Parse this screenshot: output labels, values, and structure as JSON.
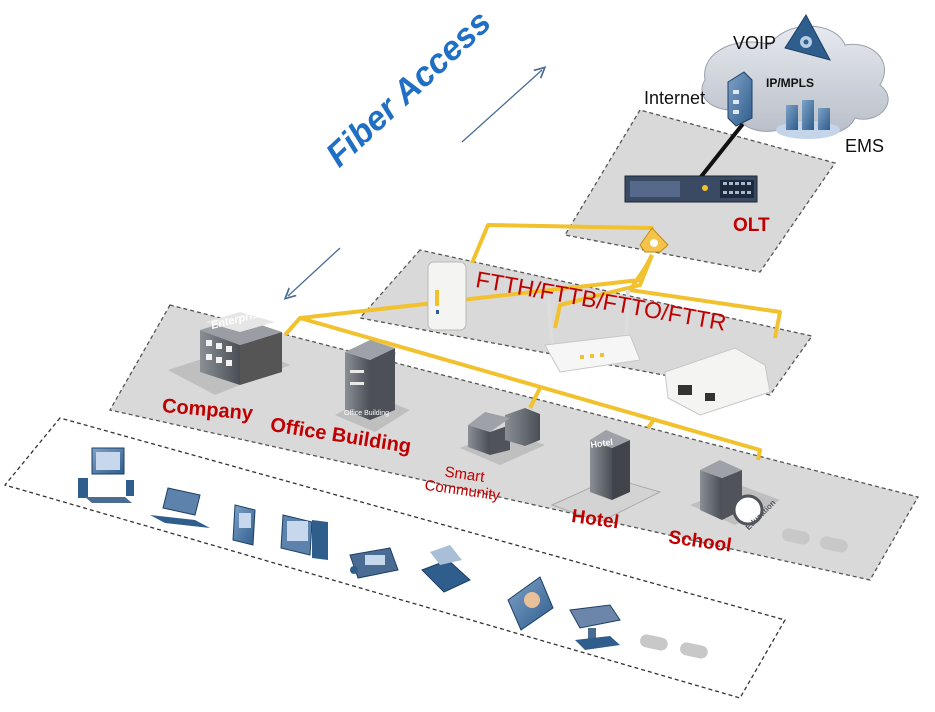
{
  "title": "Fiber Access",
  "core": {
    "voip_label": "VOIP",
    "ipmpls_label": "IP/MPLS",
    "internet_label": "Internet",
    "ems_label": "EMS"
  },
  "olt": {
    "label": "OLT"
  },
  "access_types": "FTTH/FTTB/FTTO/FTTR",
  "buildings": {
    "company": "Company",
    "company_sign": "Enterprise",
    "office": "Office Building",
    "office_sign": "Office Building",
    "smart_line1": "Smart",
    "smart_line2": "Community",
    "hotel": "Hotel",
    "hotel_sign": "Hotel",
    "school": "School",
    "school_sign": "Education"
  },
  "colors": {
    "accent_blue": "#1f6fc5",
    "fiber_yellow": "#f2c12e",
    "label_red": "#c00000",
    "platform_gray": "#d9d9d9"
  },
  "icons": [
    "desktop-pc-icon",
    "laptop-icon",
    "pda-icon",
    "tower-pc-icon",
    "ip-phone-icon",
    "fax-icon",
    "access-control-icon",
    "camera-icon"
  ]
}
